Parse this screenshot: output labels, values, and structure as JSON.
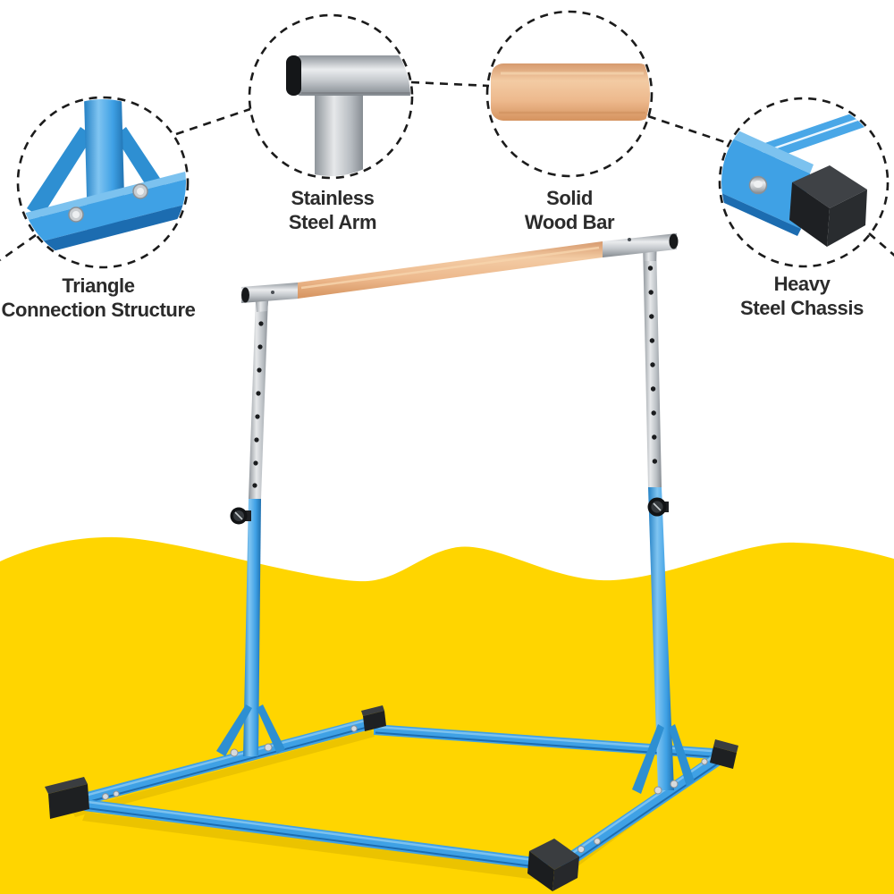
{
  "callouts": [
    {
      "id": "triangle-connection-structure",
      "lines": [
        "Triangle",
        "Connection Structure"
      ],
      "feature_image": "blue-triangle-base-bracket-photo"
    },
    {
      "id": "stainless-steel-arm",
      "lines": [
        "Stainless",
        "Steel Arm"
      ],
      "feature_image": "steel-elbow-joint-photo"
    },
    {
      "id": "solid-wood-bar",
      "lines": [
        "Solid",
        "Wood Bar"
      ],
      "feature_image": "wooden-bar-section-photo"
    },
    {
      "id": "heavy-steel-chassis",
      "lines": [
        "Heavy",
        "Steel Chassis"
      ],
      "feature_image": "chassis-corner-end-cap-photo"
    }
  ],
  "colors": {
    "background_white": "#FFFFFF",
    "accent_yellow": "#FFD500",
    "product_blue": "#3FA1E5",
    "product_blue_highlight": "#7CC2EF",
    "product_blue_shadow": "#1C6CB0",
    "steel_silver": "#C9CDD1",
    "wood_tan": "#EBB68B",
    "cap_black": "#1B1D1F",
    "label_text": "#2B2B2B",
    "dashed_line": "#1B1B1B"
  }
}
